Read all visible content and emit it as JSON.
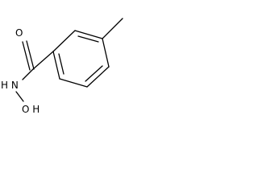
{
  "molecule": {
    "atoms": {
      "oxygen_carbonyl": "O",
      "nitrogen": "H N",
      "hydroxyl": "O H"
    }
  }
}
